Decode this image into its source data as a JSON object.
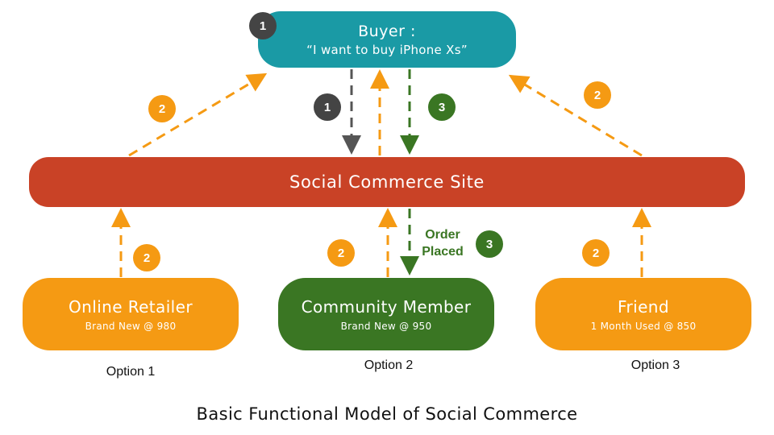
{
  "buyer": {
    "title": "Buyer :",
    "quote": "“I want to buy iPhone Xs”"
  },
  "site": {
    "title": "Social Commerce Site"
  },
  "nodes": [
    {
      "title": "Online Retailer",
      "detail": "Brand New @ 980",
      "option": "Option 1"
    },
    {
      "title": "Community Member",
      "detail": "Brand New @ 950",
      "option": "Option 2"
    },
    {
      "title": "Friend",
      "detail": "1 Month Used @ 850",
      "option": "Option 3"
    }
  ],
  "steps": {
    "one": "1",
    "two": "2",
    "three": "3"
  },
  "order_placed": {
    "line1": "Order",
    "line2": "Placed"
  },
  "caption": "Basic Functional Model of  Social Commerce",
  "colors": {
    "buyer": "#1a9aa5",
    "site": "#c94226",
    "orange": "#f59a13",
    "green": "#3a7623",
    "dark": "#444444"
  }
}
